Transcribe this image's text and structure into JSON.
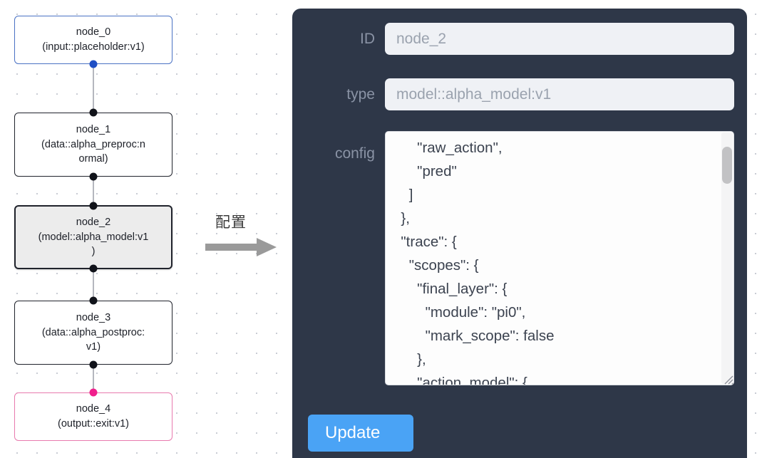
{
  "graph": {
    "nodes": [
      {
        "id": "node_0",
        "title": "node_0",
        "subtitle": "(input::placeholder:v1)",
        "kind": "input",
        "selected": false
      },
      {
        "id": "node_1",
        "title": "node_1",
        "subtitle": "(data::alpha_preproc:n",
        "subtitle2": "ormal)",
        "kind": "default",
        "selected": false
      },
      {
        "id": "node_2",
        "title": "node_2",
        "subtitle": "(model::alpha_model:v1",
        "subtitle2": ")",
        "kind": "model",
        "selected": true
      },
      {
        "id": "node_3",
        "title": "node_3",
        "subtitle": "(data::alpha_postproc:",
        "subtitle2": "v1)",
        "kind": "default",
        "selected": false
      },
      {
        "id": "node_4",
        "title": "node_4",
        "subtitle": "(output::exit:v1)",
        "kind": "output",
        "selected": false
      }
    ],
    "colors": {
      "input_border": "#4a72c4",
      "output_border": "#e87aae",
      "default_border": "#20232c",
      "selected_fill": "#ececec",
      "edge": "#b5b7be",
      "handle": "#11131a",
      "handle_input": "#1f4fc4",
      "handle_output": "#f01f8c"
    }
  },
  "annotation": {
    "label": "配置",
    "arrow_color": "#9a9a9a"
  },
  "inspector": {
    "panel_color": "#2e3748",
    "fields": {
      "id": {
        "label": "ID",
        "value": "node_2",
        "placeholder": "node_2"
      },
      "type": {
        "label": "type",
        "value": "model::alpha_model:v1",
        "placeholder": "model::alpha_model:v1"
      },
      "config": {
        "label": "config",
        "value": "      \"raw_action\",\n      \"pred\"\n    ]\n  },\n  \"trace\": {\n    \"scopes\": {\n      \"final_layer\": {\n        \"module\": \"pi0\",\n        \"mark_scope\": false\n      },\n      \"action_model\": {"
      }
    },
    "update_button": {
      "label": "Update",
      "color": "#4aa3f5"
    }
  }
}
